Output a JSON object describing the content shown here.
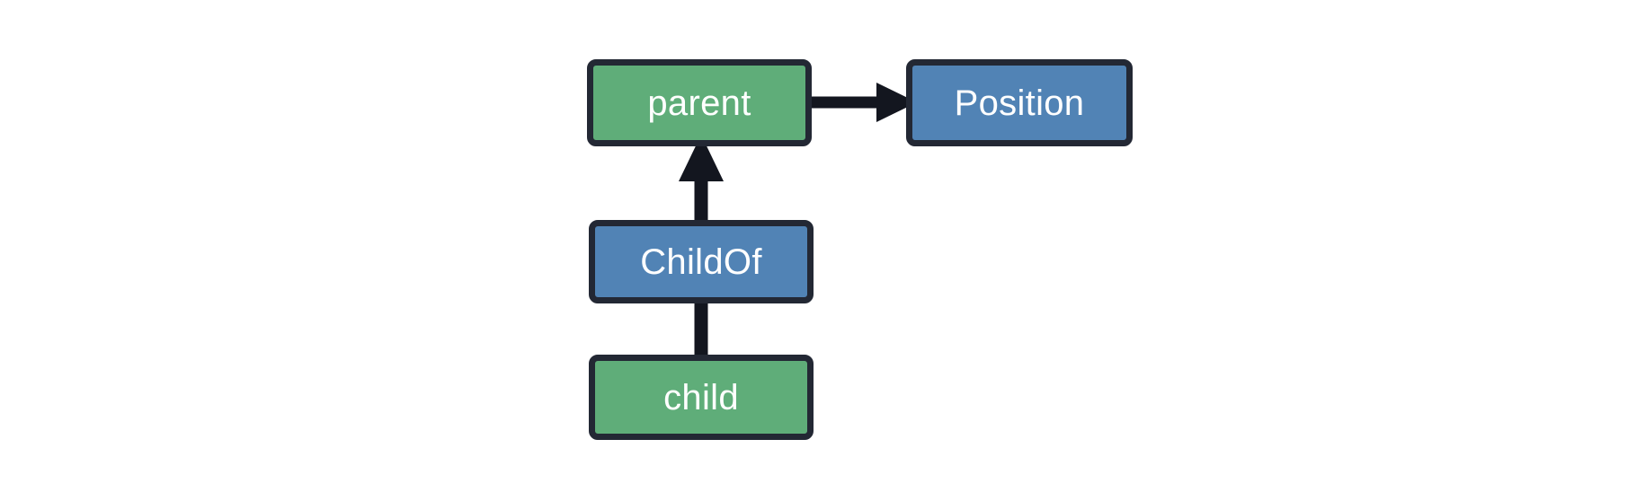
{
  "diagram": {
    "type": "entity-relationship-graph",
    "background_color": "#ffffff",
    "border_color": "#232834",
    "edge_color": "#13161f",
    "label_color": "#ffffff",
    "entity_color": "#5FAD79",
    "component_color": "#5183B5",
    "nodes": [
      {
        "id": "parent",
        "label": "parent",
        "kind": "entity",
        "color": "#5FAD79"
      },
      {
        "id": "position",
        "label": "Position",
        "kind": "component",
        "color": "#5183B5"
      },
      {
        "id": "childof",
        "label": "ChildOf",
        "kind": "component",
        "color": "#5183B5"
      },
      {
        "id": "child",
        "label": "child",
        "kind": "entity",
        "color": "#5FAD79"
      }
    ],
    "edges": [
      {
        "id": "parent-to-position",
        "from": "parent",
        "to": "position",
        "direction": "right",
        "arrowhead": true
      },
      {
        "id": "childof-to-parent",
        "from": "childof",
        "to": "parent",
        "direction": "up",
        "arrowhead": true
      },
      {
        "id": "child-to-childof",
        "from": "child",
        "to": "childof",
        "direction": "up",
        "arrowhead": false
      }
    ]
  }
}
